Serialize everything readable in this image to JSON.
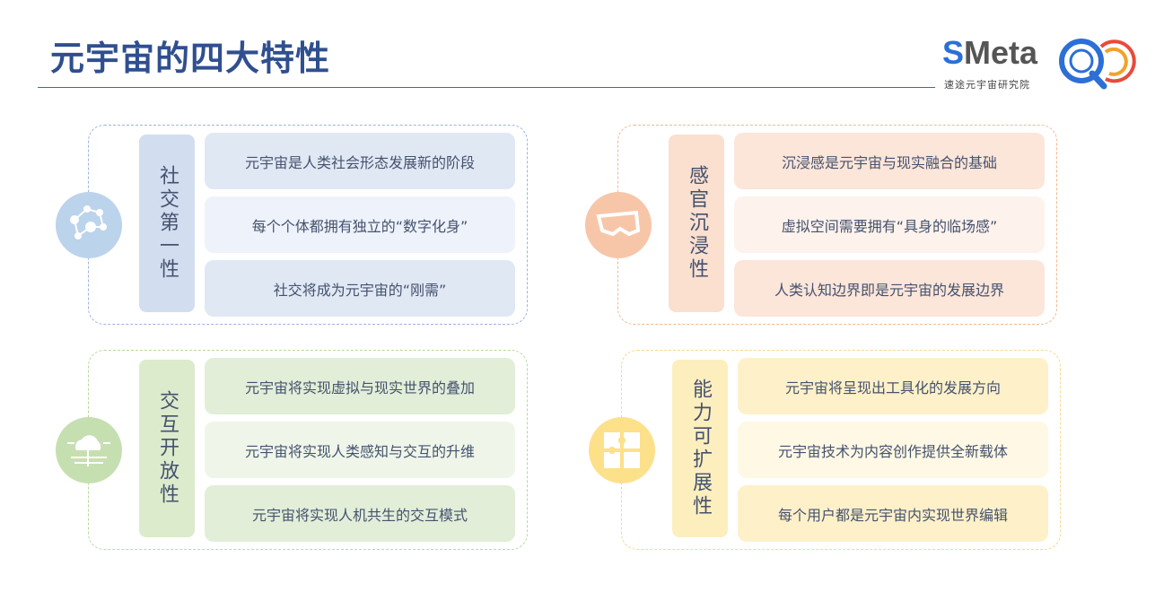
{
  "title": "元宇宙的四大特性",
  "logo": {
    "brand_s": "S",
    "brand_rest": "Meta",
    "subtitle": "速途元宇宙研究院"
  },
  "quadrants": [
    {
      "label": "社交第一性",
      "icon": "social-network-icon",
      "colors": {
        "border": "#9db3dd",
        "circle": "#bcd3ec",
        "label": "#d2ddf0",
        "item_a": "#e0e8f4",
        "item_b": "#eef2fa"
      },
      "items": [
        "元宇宙是人类社会形态发展新的阶段",
        "每个个体都拥有独立的“数字化身”",
        "社交将成为元宇宙的“刚需”"
      ]
    },
    {
      "label": "感官沉浸性",
      "icon": "vr-glasses-icon",
      "colors": {
        "border": "#f2b990",
        "circle": "#f7c6a8",
        "label": "#fbdfcf",
        "item_a": "#fce5d9",
        "item_b": "#fdf2ec"
      },
      "items": [
        "沉浸感是元宇宙与现实融合的基础",
        "虚拟空间需要拥有“具身的临场感”",
        "人类认知边界即是元宇宙的发展边界"
      ]
    },
    {
      "label": "交互开放性",
      "icon": "cloud-network-icon",
      "colors": {
        "border": "#b8d89e",
        "circle": "#c6dfb1",
        "label": "#dbebcc",
        "item_a": "#e2eed8",
        "item_b": "#eff6e9"
      },
      "items": [
        "元宇宙将实现虚拟与现实世界的叠加",
        "元宇宙将实现人类感知与交互的升维",
        "元宇宙将实现人机共生的交互模式"
      ]
    },
    {
      "label": "能力可扩展性",
      "icon": "puzzle-icon",
      "colors": {
        "border": "#f5d98c",
        "circle": "#fde08a",
        "label": "#fdeebe",
        "item_a": "#fef0c9",
        "item_b": "#fff8e4"
      },
      "items": [
        "元宇宙将呈现出工具化的发展方向",
        "元宇宙技术为内容创作提供全新载体",
        "每个用户都是元宇宙内实现世界编辑"
      ]
    }
  ]
}
